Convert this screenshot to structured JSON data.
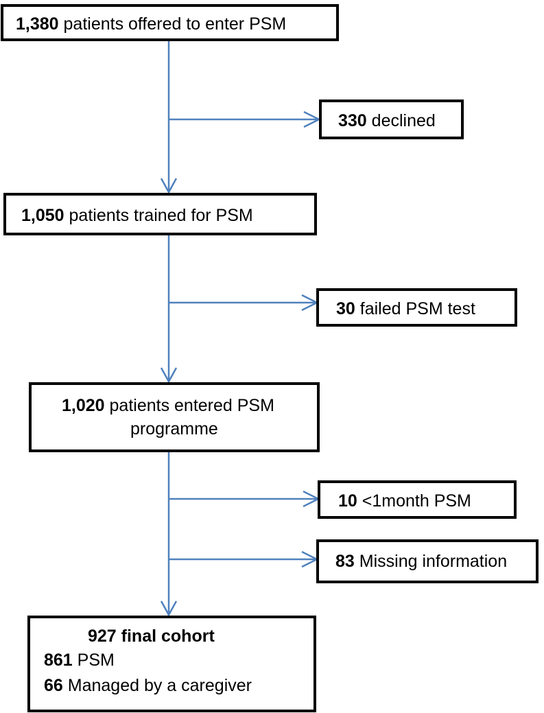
{
  "boxes": {
    "offered": {
      "number": "1,380",
      "text": " patients offered to enter PSM"
    },
    "declined": {
      "number": "330",
      "text": " declined"
    },
    "trained": {
      "number": "1,050",
      "text": " patients trained for PSM"
    },
    "failed_test": {
      "number": "30",
      "text": " failed PSM test"
    },
    "entered": {
      "number": "1,020",
      "text": " patients entered PSM",
      "line2": "programme"
    },
    "short_psm": {
      "number": "10",
      "text": " <1month PSM"
    },
    "missing": {
      "number": "83",
      "text": " Missing information"
    },
    "final": {
      "title": "927 final cohort",
      "psm_number": "861",
      "psm_text": " PSM",
      "caregiver_number": "66",
      "caregiver_text": " Managed by a caregiver"
    }
  },
  "colors": {
    "connector": "#4f81bd",
    "box_border": "#000000"
  }
}
